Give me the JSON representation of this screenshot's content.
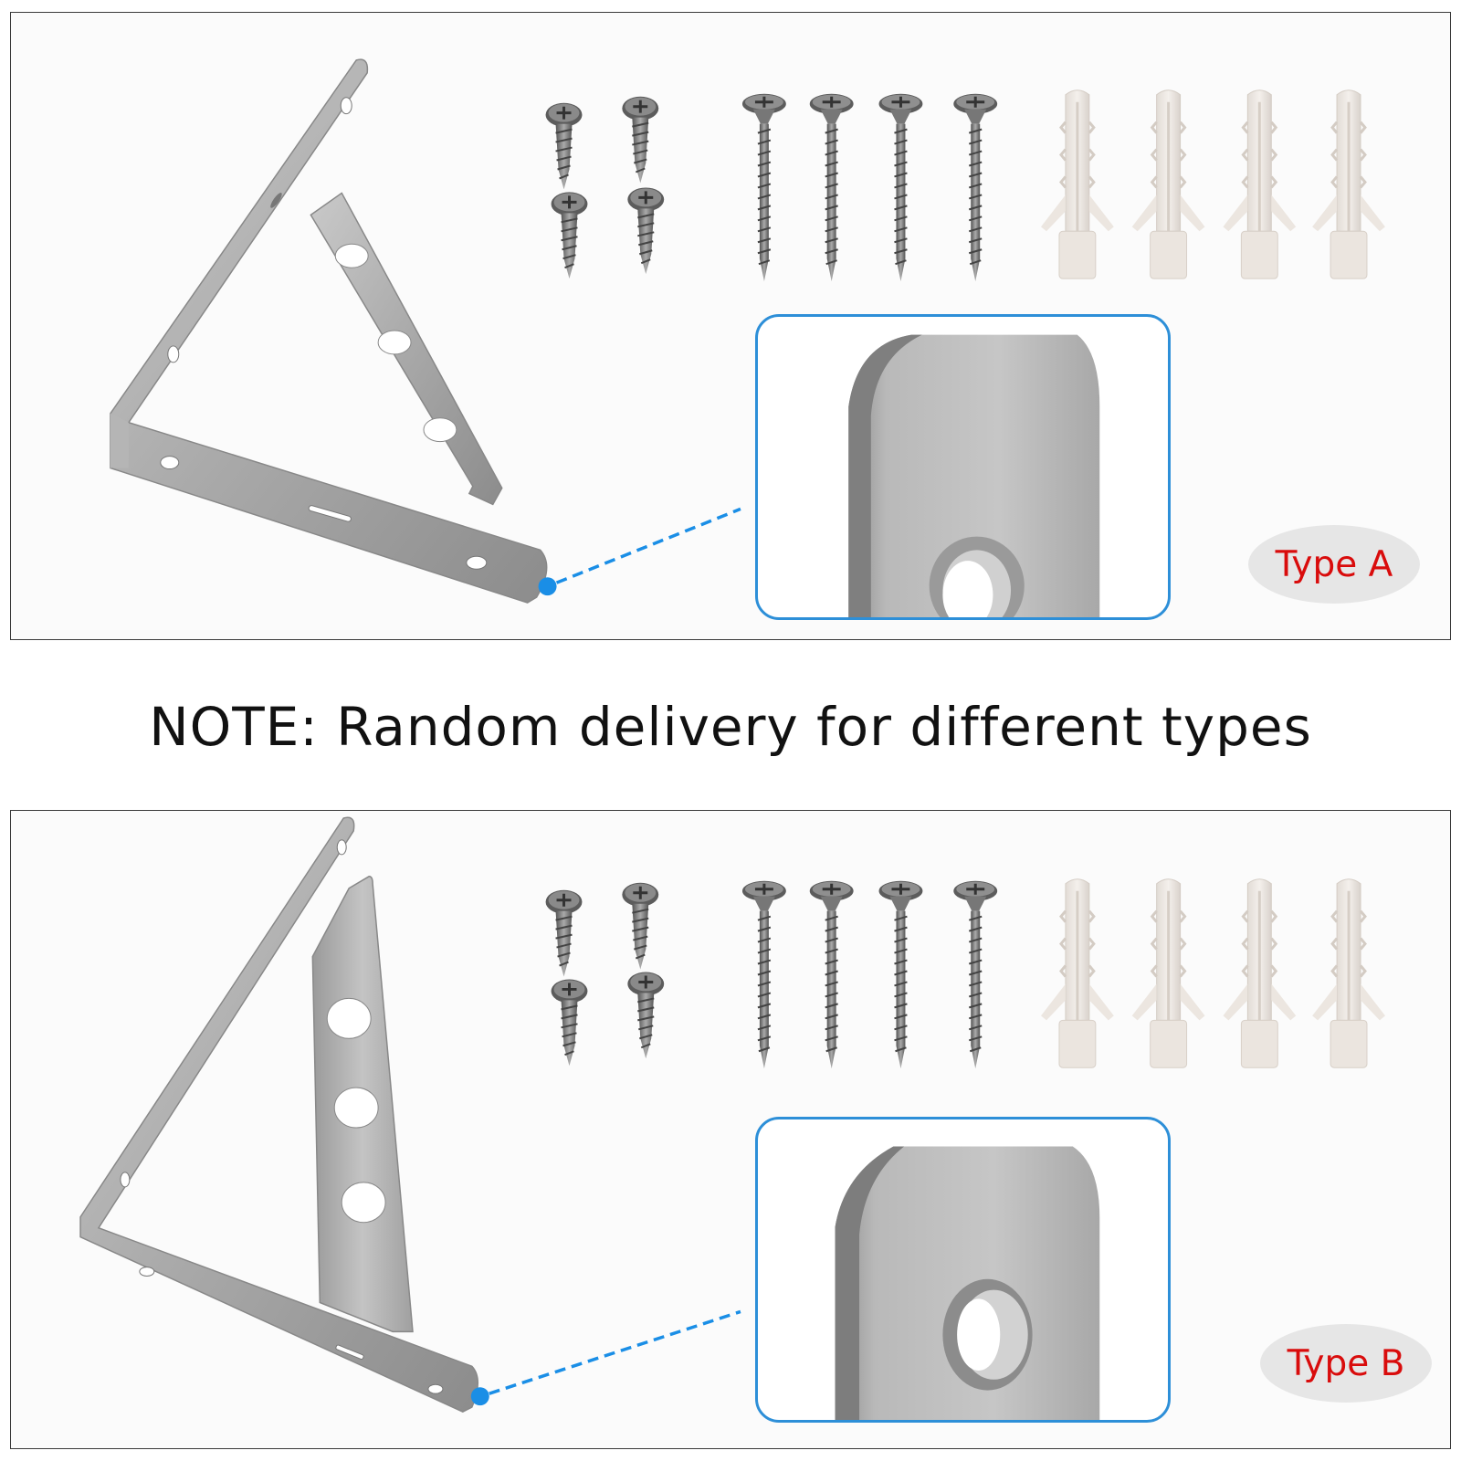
{
  "note": "NOTE: Random delivery for different types",
  "type_a_label": "Type A",
  "type_b_label": "Type B",
  "colors": {
    "accent_blue": "#2d8fd8",
    "label_red": "#d90c0c",
    "badge_grey": "#e6e6e6"
  },
  "hardware": {
    "short_screws": 4,
    "long_screws": 4,
    "wall_anchors": 4
  }
}
